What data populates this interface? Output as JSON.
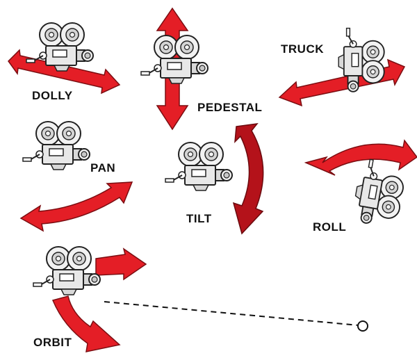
{
  "labels": {
    "dolly": "DOLLY",
    "pedestal": "PEDESTAL",
    "truck": "TRUCK",
    "pan": "PAN",
    "tilt": "TILT",
    "roll": "ROLL",
    "orbit": "ORBIT"
  },
  "colors": {
    "arrow": "#e41e26",
    "arrow_dark": "#a8141a",
    "camera_fill": "#f2f2f2",
    "camera_shade": "#c8c8c8",
    "outline": "#222222"
  },
  "icons": {
    "camera": "movie-camera-icon",
    "target": "orbit-target-icon"
  }
}
